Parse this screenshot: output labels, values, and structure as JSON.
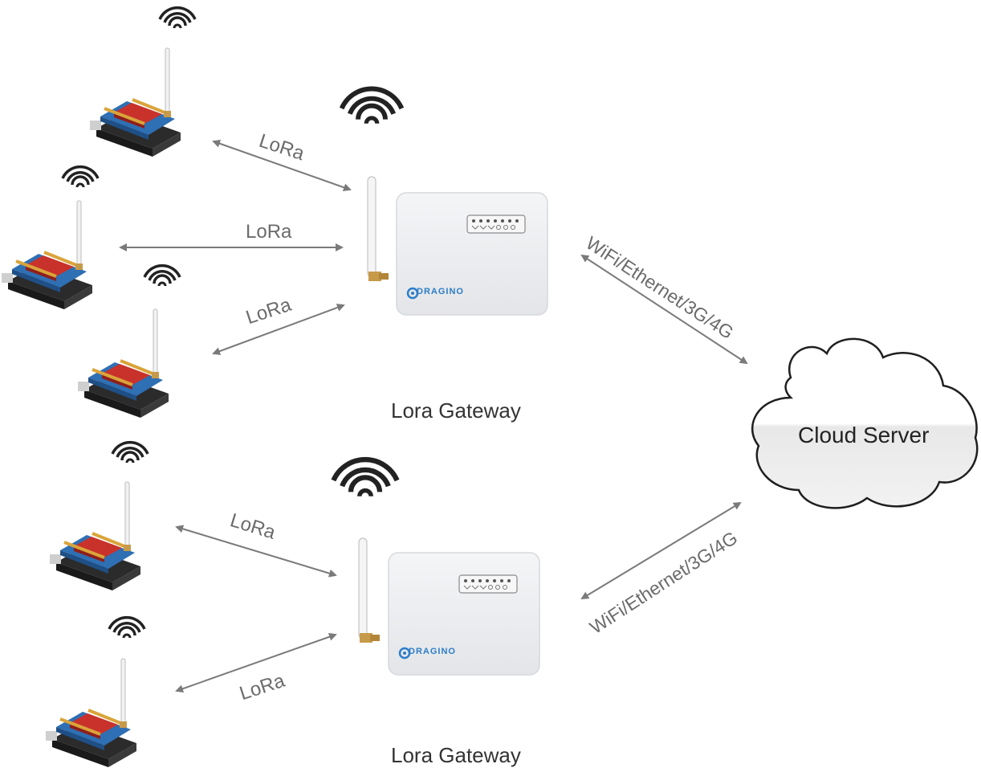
{
  "diagram": {
    "link_label": "LoRa",
    "backhaul_label": "WiFi/Ethernet/3G/4G",
    "gateway_caption": "Lora Gateway",
    "cloud_label": "Cloud Server",
    "gateway_brand": "DRAGINO"
  }
}
